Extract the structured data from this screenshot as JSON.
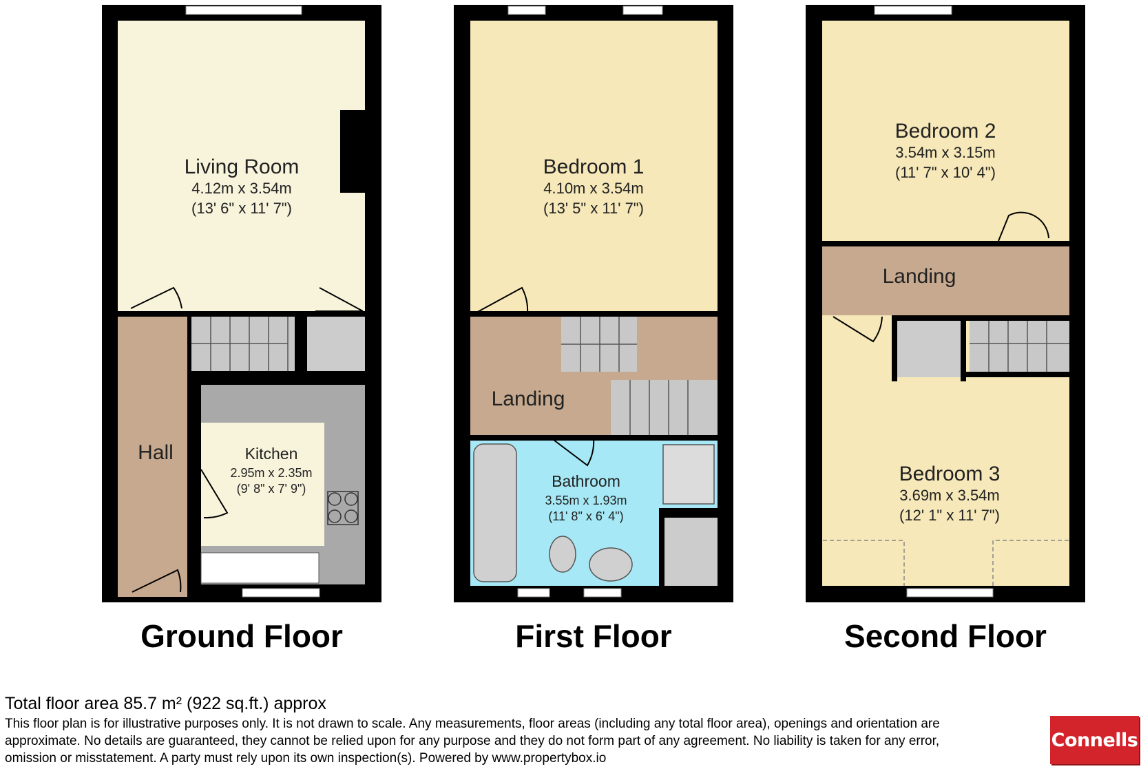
{
  "floors": [
    {
      "title": "Ground Floor",
      "rooms": [
        {
          "name": "Living Room",
          "metric": "4.12m x 3.54m",
          "imperial": "(13' 6\" x 11' 7\")"
        },
        {
          "name": "Hall"
        },
        {
          "name": "Kitchen",
          "metric": "2.95m x 2.35m",
          "imperial": "(9' 8\" x 7' 9\")"
        }
      ]
    },
    {
      "title": "First Floor",
      "rooms": [
        {
          "name": "Bedroom 1",
          "metric": "4.10m x 3.54m",
          "imperial": "(13' 5\" x 11' 7\")"
        },
        {
          "name": "Landing"
        },
        {
          "name": "Bathroom",
          "metric": "3.55m x 1.93m",
          "imperial": "(11' 8\" x 6' 4\")"
        }
      ]
    },
    {
      "title": "Second Floor",
      "rooms": [
        {
          "name": "Bedroom 2",
          "metric": "3.54m x 3.15m",
          "imperial": "(11' 7\" x 10' 4\")"
        },
        {
          "name": "Landing"
        },
        {
          "name": "Bedroom 3",
          "metric": "3.69m x 3.54m",
          "imperial": "(12' 1\" x 11' 7\")"
        }
      ]
    }
  ],
  "footer": {
    "total_area": "Total floor area 85.7 m² (922 sq.ft.) approx",
    "disclaimer": "This floor plan is for illustrative purposes only. It is not drawn to scale. Any measurements, floor areas (including any total floor area), openings and orientation are approximate. No details are guaranteed, they cannot be relied upon for any purpose and they do not form part of any agreement. No liability is taken for any error, omission or misstatement. A party must rely upon its own inspection(s). Powered by www.propertybox.io"
  },
  "brand": {
    "name": "Connells",
    "color": "#d3242c"
  },
  "colors": {
    "wall": "#000000",
    "living_room": "#f8f4dc",
    "bedroom": "#f6e8b8",
    "landing_hall": "#c6a98e",
    "kitchen_worktop": "#a9a9a9",
    "kitchen_floor": "#f8f4dc",
    "bathroom": "#a6e8f5",
    "stairs": "#c8c8c8",
    "cupboard": "#cccccc"
  }
}
